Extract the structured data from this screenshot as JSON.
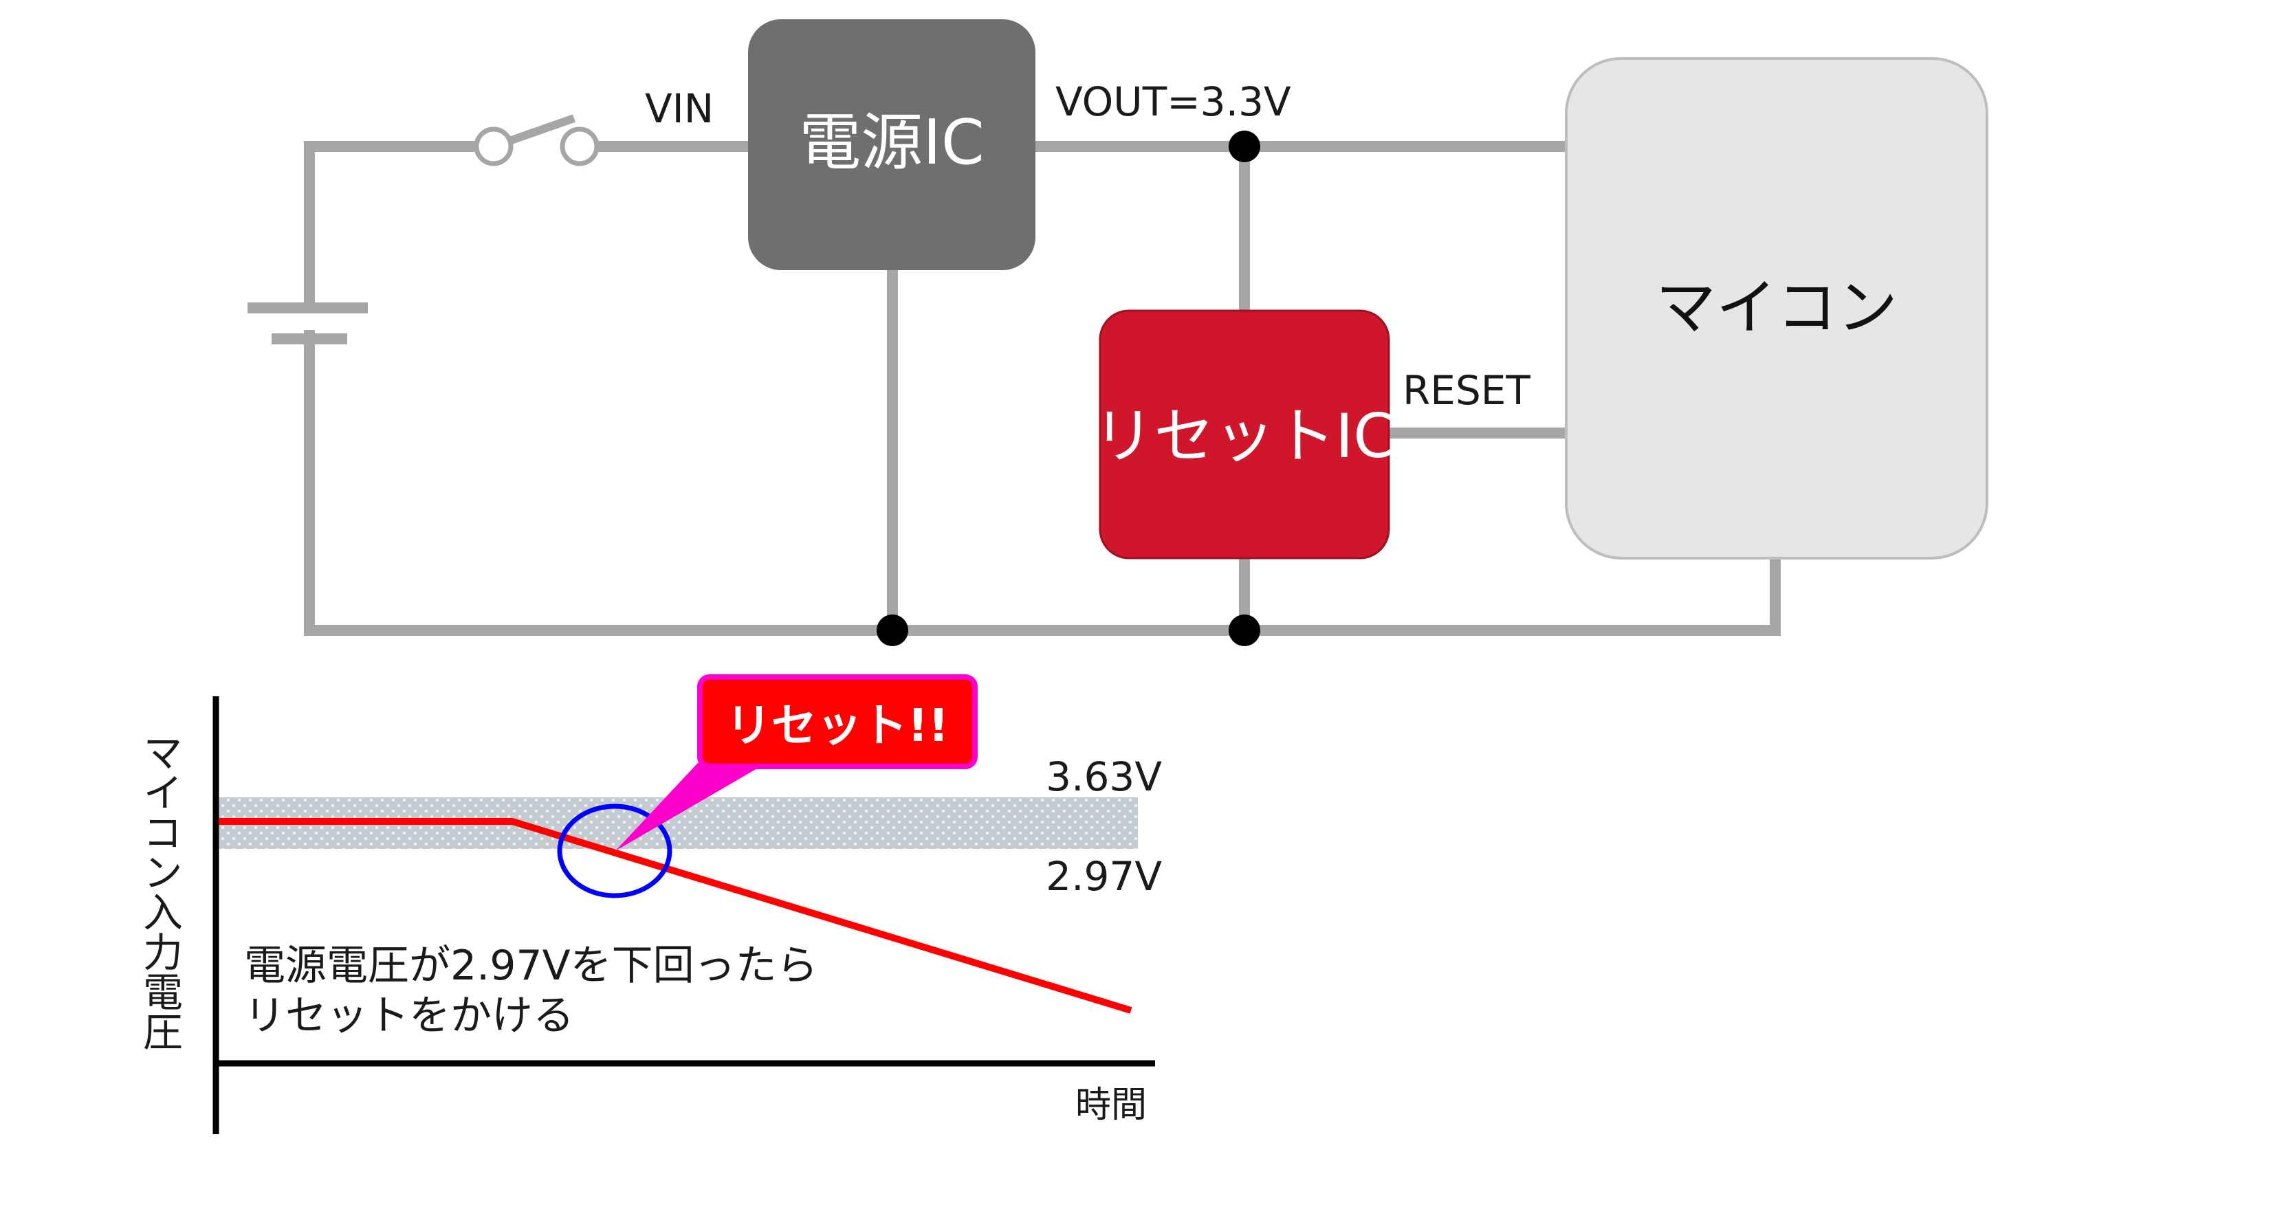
{
  "circuit": {
    "vin_label": "VIN",
    "vout_label": "VOUT=3.3V",
    "reset_signal_label": "RESET",
    "power_ic_label": "電源IC",
    "reset_ic_label": "リセットIC",
    "mcu_label": "マイコン"
  },
  "graph": {
    "ylabel": "マイコン入力電圧",
    "xlabel": "時間",
    "upper_limit_label": "3.63V",
    "lower_limit_label": "2.97V",
    "callout_label": "リセット!!",
    "annotation_line1": "電源電圧が2.97Vを下回ったら",
    "annotation_line2": "リセットをかける"
  },
  "colors": {
    "wire": "#a6a6a6",
    "power_ic": "#6f6f6f",
    "reset_ic": "#d0162b",
    "mcu": "#e6e6e6",
    "voltage_line": "#ff0000",
    "tolerance_band": "#c5ccd1",
    "highlight_circle": "#0000ff",
    "callout_fill": "#ff0000",
    "callout_border": "#ff00cc"
  }
}
